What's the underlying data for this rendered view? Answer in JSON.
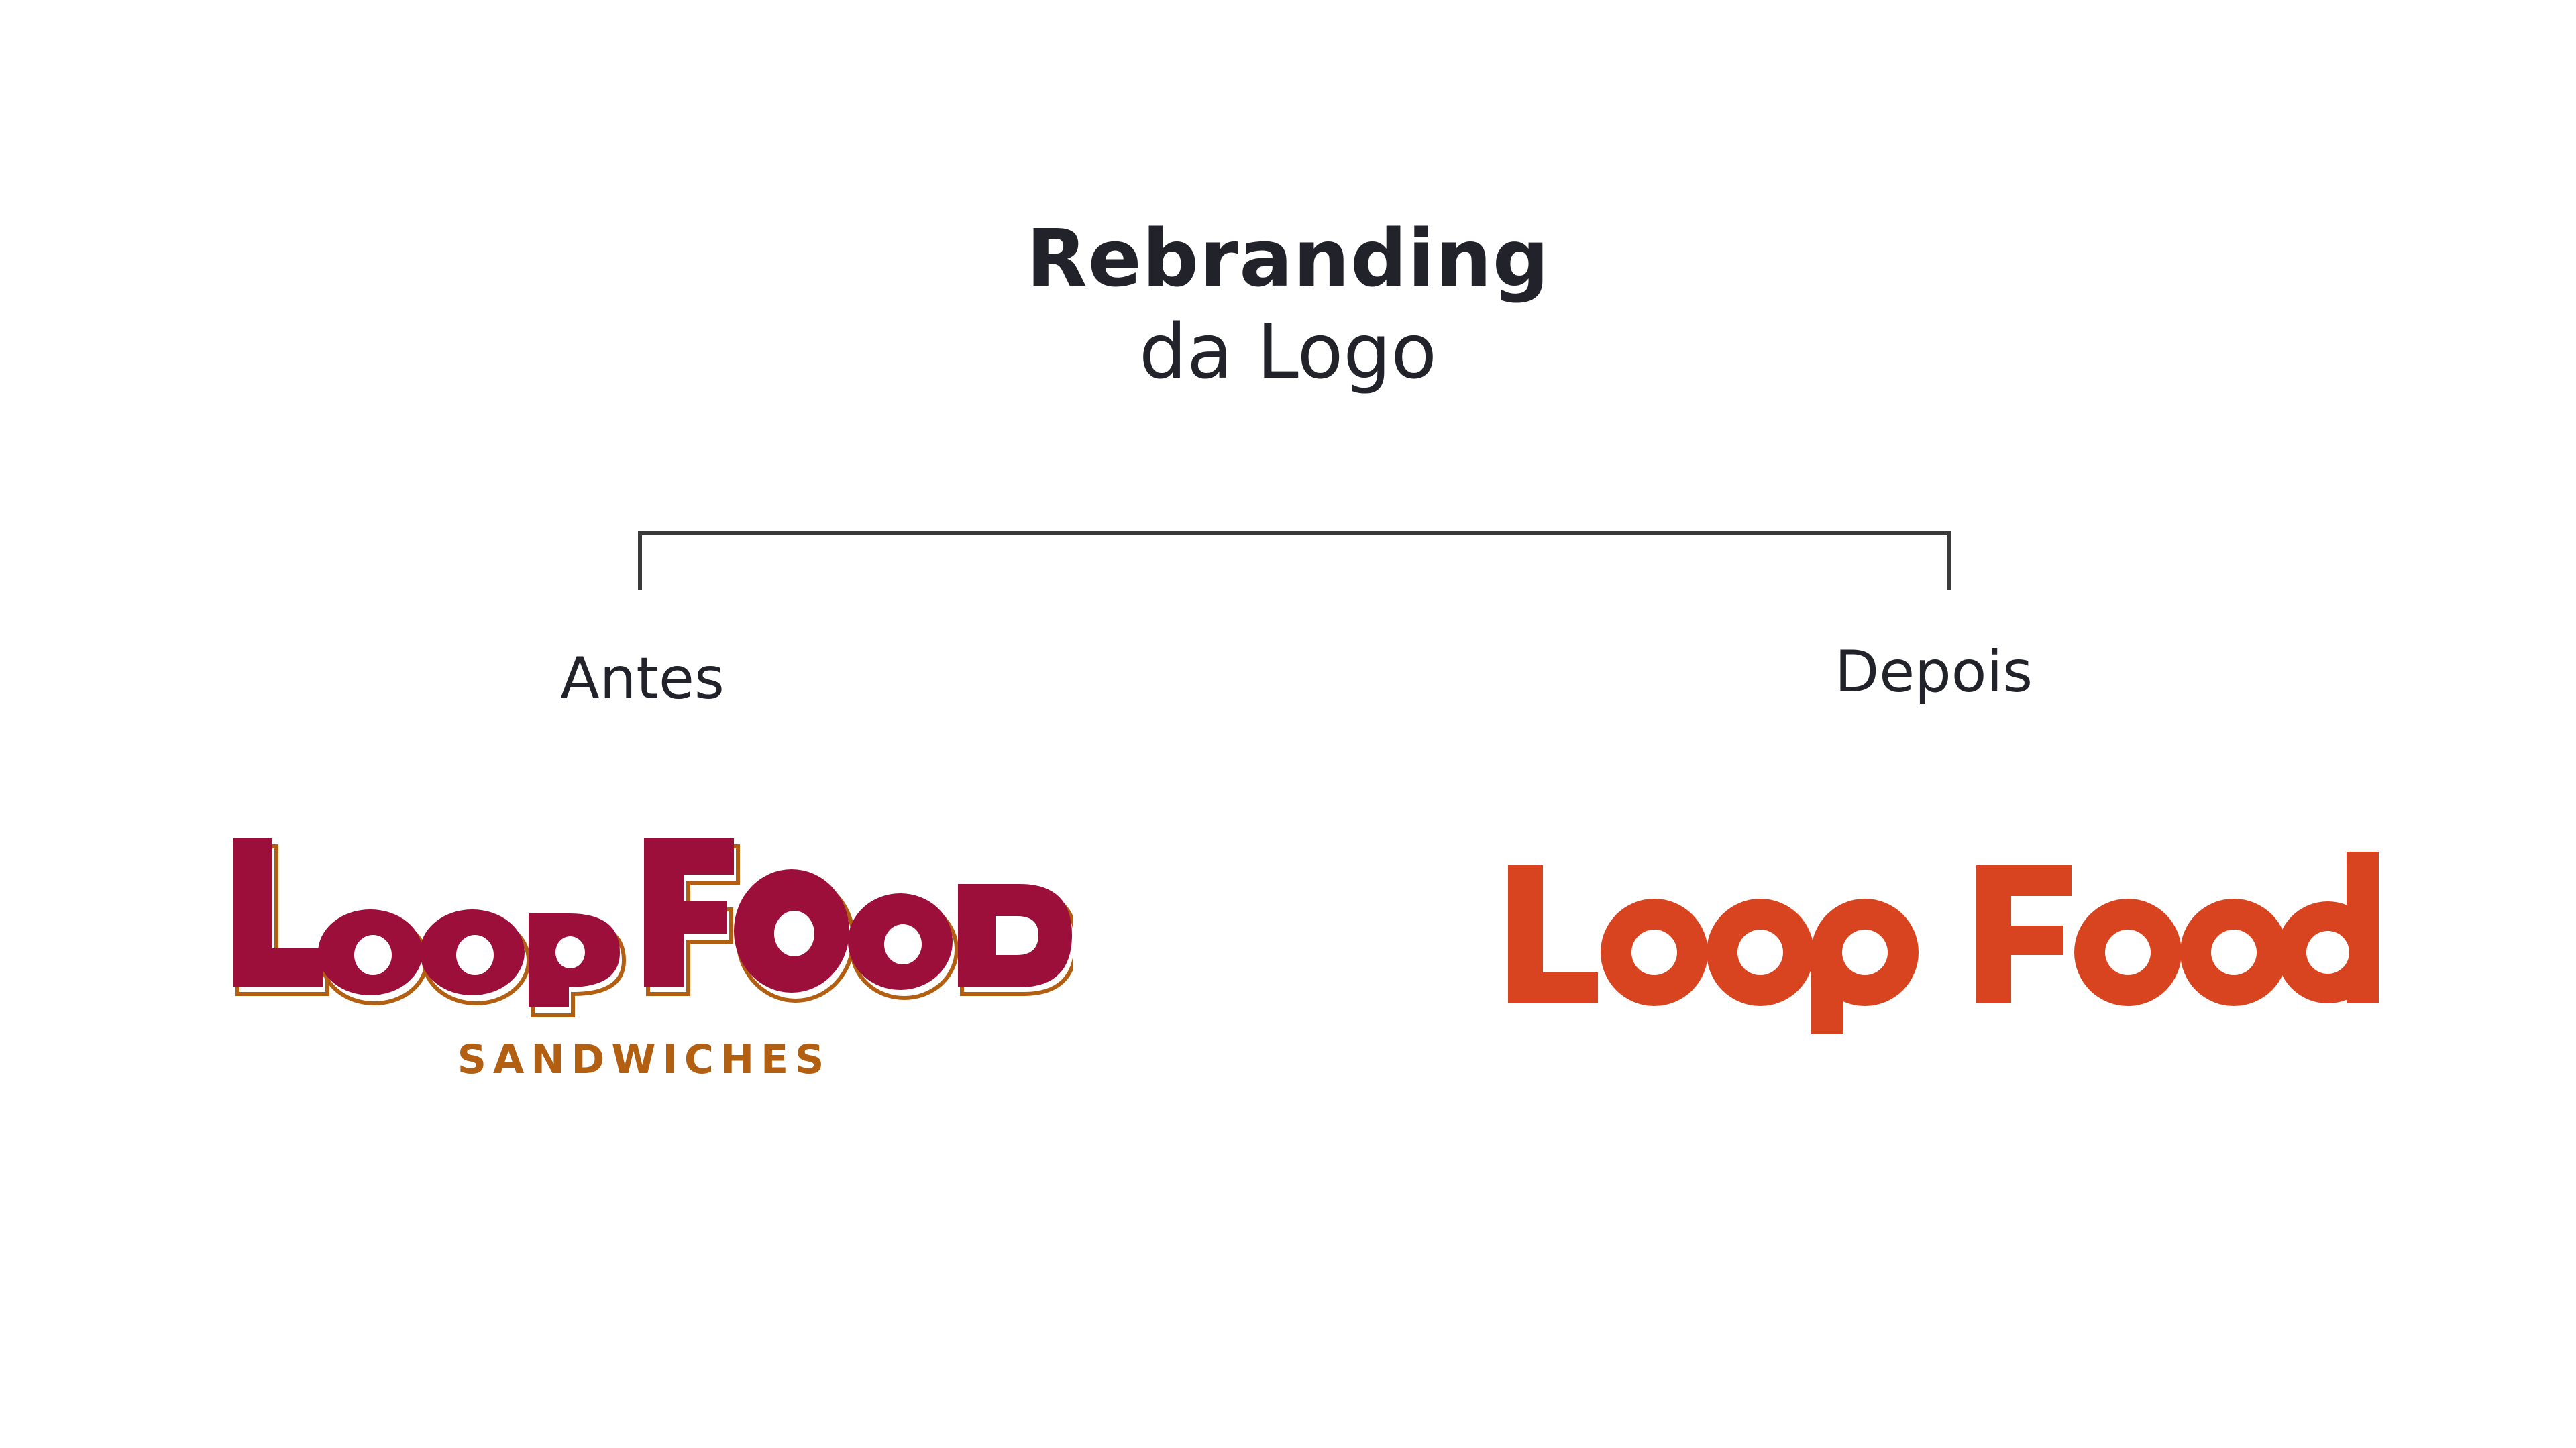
{
  "title": {
    "line1": "Rebranding",
    "line2": "da Logo"
  },
  "labels": {
    "before": "Antes",
    "after": "Depois"
  },
  "logos": {
    "old": {
      "wordmark": "LoopFood",
      "tagline": "SANDWICHES",
      "primary_color": "#9b0f3a",
      "shadow_color": "#b25f12",
      "tagline_color": "#b25f12"
    },
    "new": {
      "wordmark": "LoopFood",
      "primary_color": "#d84420"
    }
  },
  "colors": {
    "text": "#22222a",
    "connector": "#3a3a3a",
    "background": "#ffffff"
  }
}
